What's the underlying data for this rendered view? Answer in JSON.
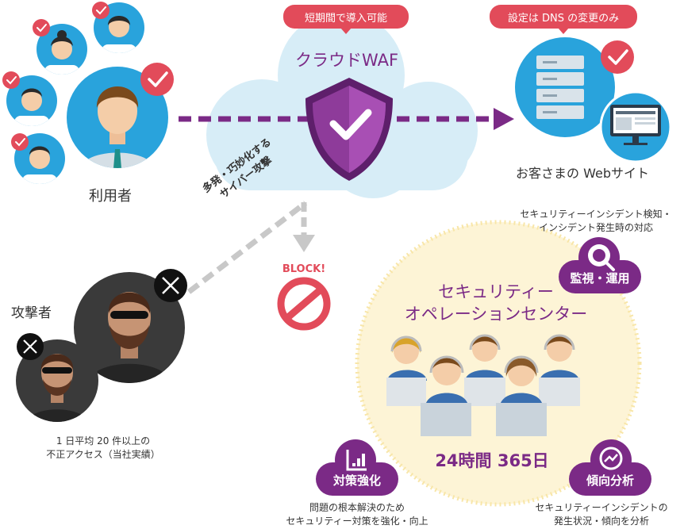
{
  "badges": {
    "quick_deploy": "短期間で導入可能",
    "dns_only": "設定は DNS の変更のみ"
  },
  "waf": {
    "title": "クラウドWAF"
  },
  "labels": {
    "users": "利用者",
    "website": "お客さまの Webサイト",
    "attacker": "攻撃者",
    "attack_line1": "多発・巧妙化する",
    "attack_line2": "サイバー攻撃",
    "block": "BLOCK!",
    "attack_stat_line1": "1 日平均 20 件以上の",
    "attack_stat_line2": "不正アクセス（当社実績）"
  },
  "soc": {
    "title_line1": "セキュリティー",
    "title_line2": "オペレーションセンター",
    "hours": "24時間 365日"
  },
  "services": {
    "monitoring": {
      "label": "監視・運用",
      "desc_line1": "セキュリティーインシデント検知・",
      "desc_line2": "インシデント発生時の対応"
    },
    "countermeasure": {
      "label": "対策強化",
      "desc_line1": "問題の根本解決のため",
      "desc_line2": "セキュリティー対策を強化・向上"
    },
    "analysis": {
      "label": "傾向分析",
      "desc_line1": "セキュリティーインシデントの",
      "desc_line2": "発生状況・傾向を分析"
    }
  },
  "colors": {
    "purple": "#7b2a86",
    "red": "#e24b5a",
    "blue": "#29a3dc",
    "cloud": "#d7edf7",
    "soc_bg": "#fdf4d6",
    "attacker_dark": "#3a3a3a"
  }
}
